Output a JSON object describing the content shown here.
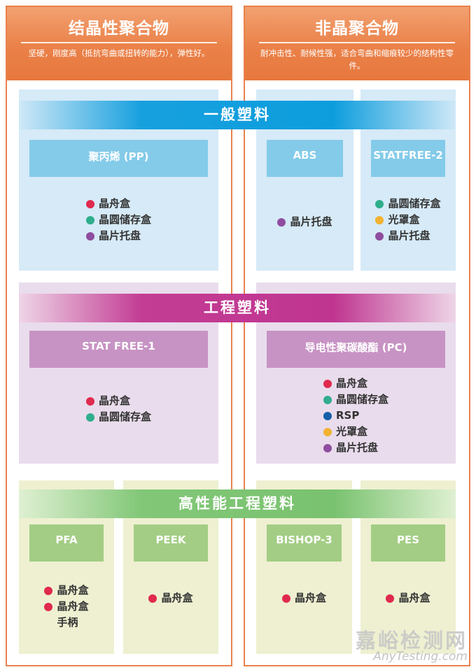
{
  "headers": {
    "left": {
      "title": "结晶性聚合物",
      "desc": "坚硬，刚度高（抵抗弯曲或扭转的能力），弹性好。"
    },
    "right": {
      "title": "非晶聚合物",
      "desc": "耐冲击性、耐候性强，适合弯曲和缩痕较少的结构性零件。"
    }
  },
  "bands": [
    {
      "title": "一般塑料",
      "theme_color": "#0d9ddd",
      "panels": [
        {
          "column": "left",
          "box_title": "聚丙烯 (PP)",
          "items": [
            {
              "dot": "red",
              "label": "晶舟盒"
            },
            {
              "dot": "teal",
              "label": "晶圆储存盒"
            },
            {
              "dot": "purple",
              "label": "晶片托盘"
            }
          ]
        },
        {
          "column": "right",
          "box_title": "ABS",
          "items": [
            {
              "dot": "purple",
              "label": "晶片托盘"
            }
          ]
        },
        {
          "column": "right",
          "box_title": "STATFREE-2",
          "items": [
            {
              "dot": "teal",
              "label": "晶圆储存盒"
            },
            {
              "dot": "yellow",
              "label": "光罩盒"
            },
            {
              "dot": "purple",
              "label": "晶片托盘"
            }
          ]
        }
      ]
    },
    {
      "title": "工程塑料",
      "theme_color": "#c0368f",
      "panels": [
        {
          "column": "left",
          "box_title": "STAT FREE-1",
          "items": [
            {
              "dot": "red",
              "label": "晶舟盒"
            },
            {
              "dot": "teal",
              "label": "晶圆储存盒"
            }
          ]
        },
        {
          "column": "right",
          "box_title": "导电性聚碳酸酯 (PC)",
          "items": [
            {
              "dot": "red",
              "label": "晶舟盒"
            },
            {
              "dot": "teal",
              "label": "晶圆储存盒"
            },
            {
              "dot": "blue",
              "label": "RSP"
            },
            {
              "dot": "yellow",
              "label": "光罩盒"
            },
            {
              "dot": "purple",
              "label": "晶片托盘"
            }
          ]
        }
      ]
    },
    {
      "title": "高性能工程塑料",
      "theme_color": "#79c26f",
      "panels": [
        {
          "column": "left",
          "box_title": "PFA",
          "items": [
            {
              "dot": "red",
              "label": "晶舟盒"
            },
            {
              "dot": "red",
              "label": "晶舟盒",
              "sublabel": "手柄"
            }
          ]
        },
        {
          "column": "left",
          "box_title": "PEEK",
          "items": [
            {
              "dot": "red",
              "label": "晶舟盒"
            }
          ]
        },
        {
          "column": "right",
          "box_title": "BISHOP-3",
          "items": [
            {
              "dot": "red",
              "label": "晶舟盒"
            }
          ]
        },
        {
          "column": "right",
          "box_title": "PES",
          "items": [
            {
              "dot": "red",
              "label": "晶舟盒"
            }
          ]
        }
      ]
    }
  ],
  "dot_colors": {
    "red": "#e02a4e",
    "teal": "#2fae8c",
    "purple": "#8f4d9f",
    "yellow": "#f2b232",
    "blue": "#1560a8"
  },
  "accent_colors": {
    "header_orange": "#e87a40",
    "border_orange": "#e8824d",
    "band_blue": "#0d9ddd",
    "band_magenta": "#c0368f",
    "band_green": "#79c26f"
  },
  "watermark": {
    "cn": "嘉峪检测网",
    "en": "AnyTesting.com"
  }
}
